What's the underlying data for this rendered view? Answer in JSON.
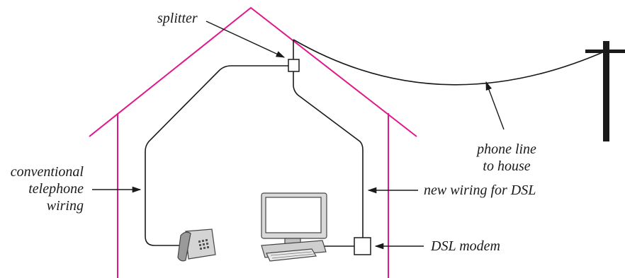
{
  "labels": {
    "splitter": "splitter",
    "phone_line": [
      "phone line",
      "to house"
    ],
    "conventional_wiring": [
      "conventional",
      "telephone",
      "wiring"
    ],
    "dsl_wiring": "new wiring for DSL",
    "dsl_modem": "DSL modem"
  },
  "colors": {
    "house_outline": "#e0188c",
    "wire": "#1a1a1a",
    "device_fill": "#e6e6e6",
    "device_stroke": "#444444"
  },
  "icons": [
    "telephone-icon",
    "computer-icon",
    "utility-pole-icon",
    "splitter-box",
    "dsl-modem-box"
  ]
}
